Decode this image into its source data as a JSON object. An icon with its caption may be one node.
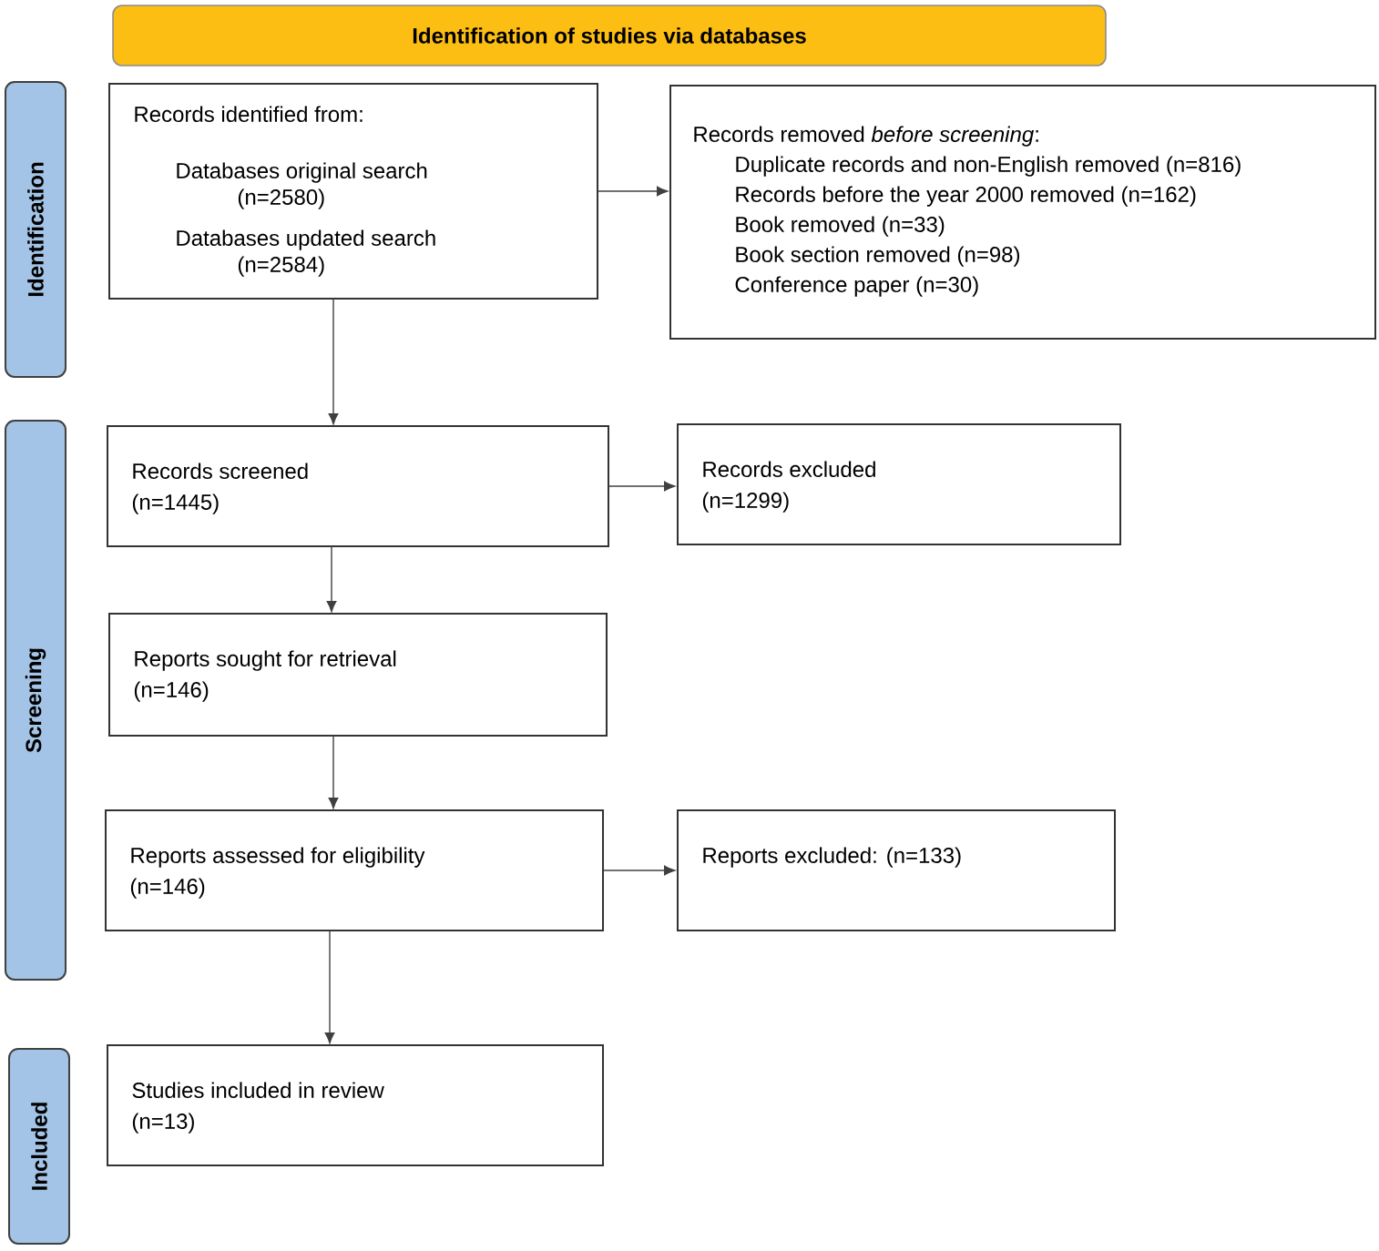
{
  "diagram": {
    "nodes": [
      {
        "text": [
          "Identification of studies via databases"
        ]
      },
      {
        "text": [
          "Identification"
        ]
      },
      {
        "text": [
          "Screening"
        ]
      },
      {
        "text": [
          "Included"
        ]
      },
      {
        "text": [
          "Records identified from:",
          "Databases original search (n=2580)",
          "Databases updated search (n=2584)"
        ]
      },
      {
        "text": [
          "Records removed *before screening*:",
          "Duplicate records and non-English removed (n=816)",
          "Records before the year 2000 removed (n=162)",
          "Book removed (n=33)",
          "Book section removed (n=98)",
          "Conference paper (n=30)"
        ]
      },
      {
        "text": [
          "Records screened",
          "(n=1445)"
        ]
      },
      {
        "text": [
          "Records excluded",
          "(n=1299)"
        ]
      },
      {
        "text": [
          "Reports sought for retrieval",
          "(n=146)"
        ]
      },
      {
        "text": [
          "Reports assessed for eligibility",
          "(n=146)"
        ]
      },
      {
        "text": [
          "Reports excluded: (n=133)"
        ]
      },
      {
        "text": [
          "Studies included in review",
          "(n=13)"
        ]
      }
    ],
    "edges": [
      {
        "from": 4,
        "to": 5,
        "arrow": "to"
      },
      {
        "from": 4,
        "to": 6,
        "arrow": "to"
      },
      {
        "from": 6,
        "to": 7,
        "arrow": "to"
      },
      {
        "from": 6,
        "to": 8,
        "arrow": "to"
      },
      {
        "from": 8,
        "to": 9,
        "arrow": "to"
      },
      {
        "from": 9,
        "to": 10,
        "arrow": "to"
      },
      {
        "from": 9,
        "to": 11,
        "arrow": "to"
      }
    ]
  }
}
